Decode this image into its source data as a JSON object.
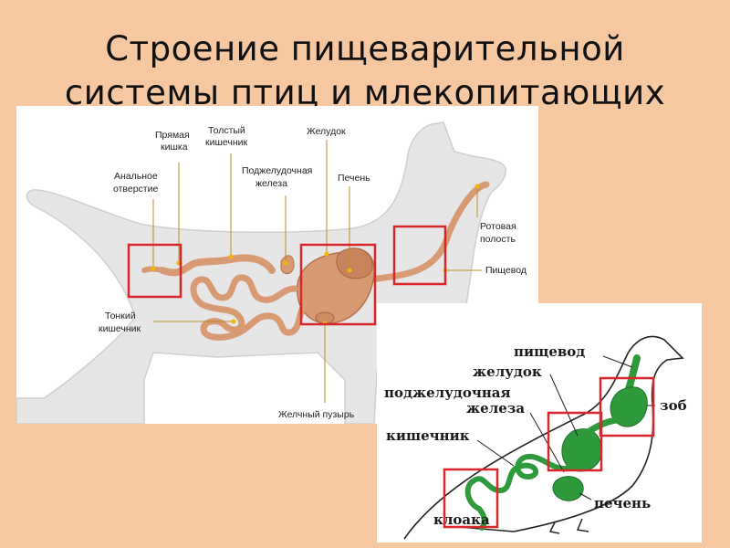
{
  "title": {
    "line1": "Строение пищеварительной",
    "line2": "системы птиц и млекопитающих"
  },
  "mammal": {
    "labels": {
      "rectum_1": "Прямая",
      "rectum_2": "кишка",
      "colon_1": "Толстый",
      "colon_2": "кишечник",
      "stomach": "Желудок",
      "pancreas_1": "Поджелудочная",
      "pancreas_2": "железа",
      "liver": "Печень",
      "anus_1": "Анальное",
      "anus_2": "отверстие",
      "mouth_1": "Ротовая",
      "mouth_2": "полость",
      "esophagus": "Пищевод",
      "small_int_1": "Тонкий",
      "small_int_2": "кишечник",
      "gallbladder": "Желчный пузырь"
    }
  },
  "bird": {
    "labels": {
      "esophagus": "пищевод",
      "stomach": "желудок",
      "pancreas_1": "поджелудочная",
      "pancreas_2": "железа",
      "intestine": "кишечник",
      "crop": "зоб",
      "liver": "печень",
      "cloaca": "клоака"
    }
  },
  "colors": {
    "background": "#f5c8a2",
    "organ_mammal": "#d89a73",
    "organ_bird": "#2e9a3c",
    "highlight_box": "#d9262b",
    "label_dot": "#f2b705"
  }
}
